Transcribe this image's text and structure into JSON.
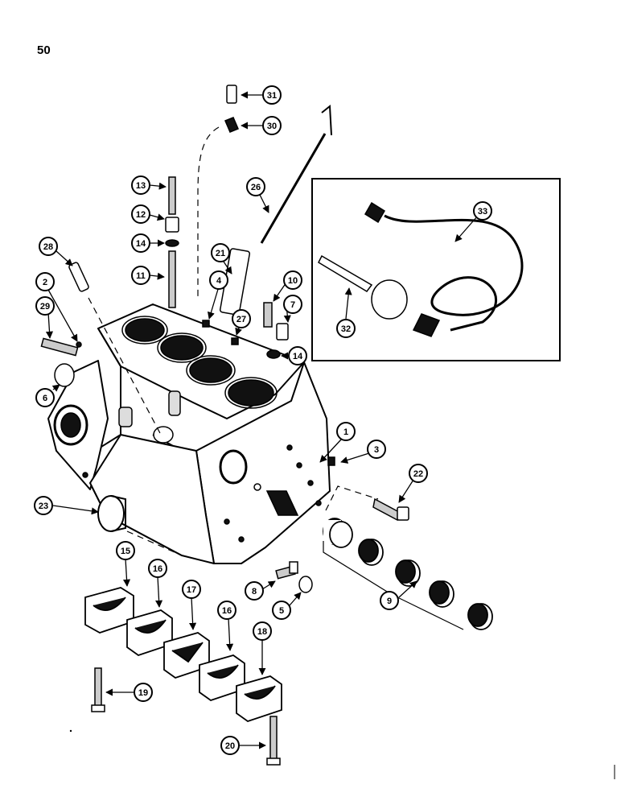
{
  "page": {
    "number": "50"
  },
  "callouts": [
    {
      "id": "c31",
      "label": "31"
    },
    {
      "id": "c30",
      "label": "30"
    },
    {
      "id": "c26",
      "label": "26"
    },
    {
      "id": "c13",
      "label": "13"
    },
    {
      "id": "c12",
      "label": "12"
    },
    {
      "id": "c14a",
      "label": "14"
    },
    {
      "id": "c28",
      "label": "28"
    },
    {
      "id": "c21",
      "label": "21"
    },
    {
      "id": "c11",
      "label": "11"
    },
    {
      "id": "c2",
      "label": "2"
    },
    {
      "id": "c4",
      "label": "4"
    },
    {
      "id": "c10",
      "label": "10"
    },
    {
      "id": "c7",
      "label": "7"
    },
    {
      "id": "c29",
      "label": "29"
    },
    {
      "id": "c27",
      "label": "27"
    },
    {
      "id": "c14b",
      "label": "14"
    },
    {
      "id": "c6",
      "label": "6"
    },
    {
      "id": "c33",
      "label": "33"
    },
    {
      "id": "c32",
      "label": "32"
    },
    {
      "id": "c1",
      "label": "1"
    },
    {
      "id": "c3",
      "label": "3"
    },
    {
      "id": "c22",
      "label": "22"
    },
    {
      "id": "c23",
      "label": "23"
    },
    {
      "id": "c15",
      "label": "15"
    },
    {
      "id": "c16a",
      "label": "16"
    },
    {
      "id": "c17",
      "label": "17"
    },
    {
      "id": "c16b",
      "label": "16"
    },
    {
      "id": "c18",
      "label": "18"
    },
    {
      "id": "c8",
      "label": "8"
    },
    {
      "id": "c5",
      "label": "5"
    },
    {
      "id": "c9",
      "label": "9"
    },
    {
      "id": "c19",
      "label": "19"
    },
    {
      "id": "c20",
      "label": "20"
    }
  ]
}
